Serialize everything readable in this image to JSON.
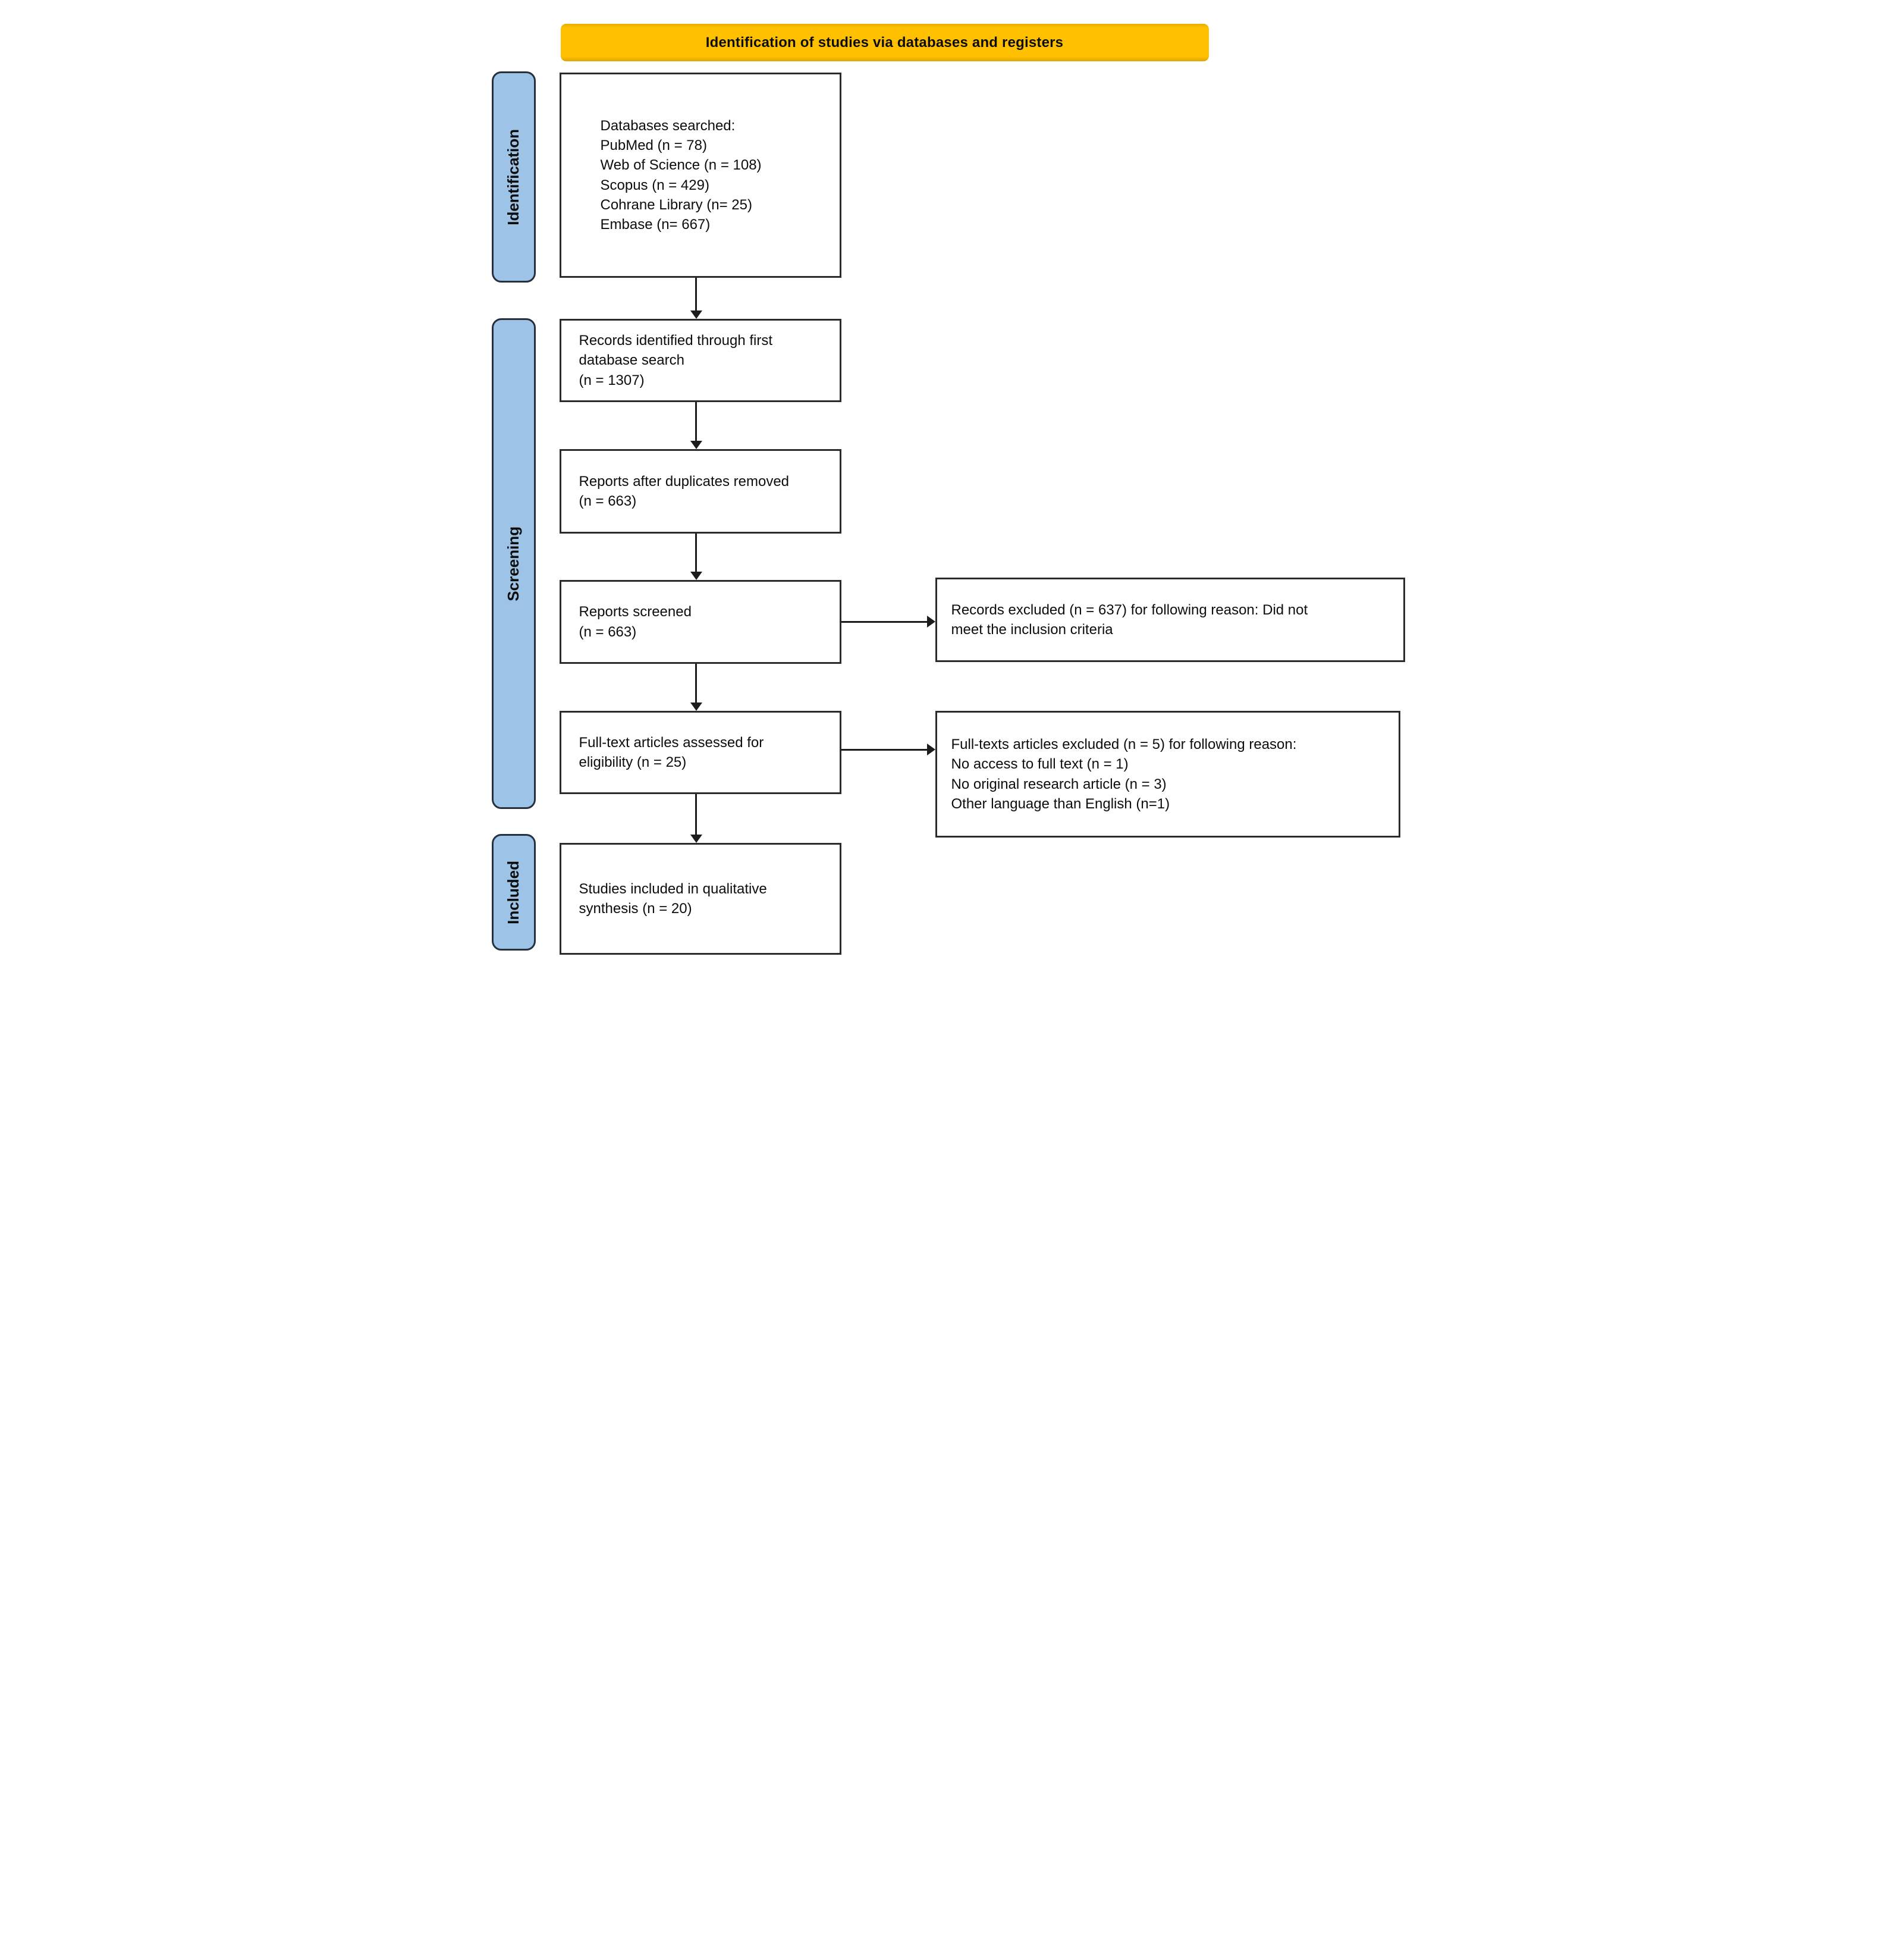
{
  "header": {
    "title": "Identification of studies via databases and registers"
  },
  "colors": {
    "banner_bg": "#FFC000",
    "sidebar_bg": "#9DC3E6",
    "box_border": "#2B2B2B"
  },
  "sidebar": {
    "identification": "Identification",
    "screening": "Screening",
    "included": "Included"
  },
  "boxes": {
    "databases_searched": {
      "lines": [
        "Databases searched:",
        "PubMed (n = 78)",
        "Web of Science (n = 108)",
        "Scopus (n = 429)",
        "Cohrane Library (n= 25)",
        "Embase (n= 667)"
      ]
    },
    "records_identified": {
      "lines": [
        "Records identified through first",
        "database search",
        "(n = 1307)"
      ]
    },
    "duplicates_removed": {
      "lines": [
        "Reports after duplicates removed",
        "(n = 663)"
      ]
    },
    "reports_screened": {
      "lines": [
        "Reports screened",
        "(n = 663)"
      ]
    },
    "fulltext_assessed": {
      "lines": [
        "Full-text articles assessed for",
        "eligibility (n = 25)"
      ]
    },
    "studies_included": {
      "lines": [
        "Studies included in qualitative",
        "synthesis (n = 20)"
      ]
    },
    "records_excluded": {
      "lines": [
        "Records excluded (n = 637) for following reason: Did not",
        "meet the inclusion criteria"
      ]
    },
    "fulltexts_excluded": {
      "lines": [
        "Full-texts articles excluded (n = 5) for following reason:",
        "No access to full text (n = 1)",
        "No original research article (n = 3)",
        "Other language than English (n=1)"
      ]
    }
  }
}
